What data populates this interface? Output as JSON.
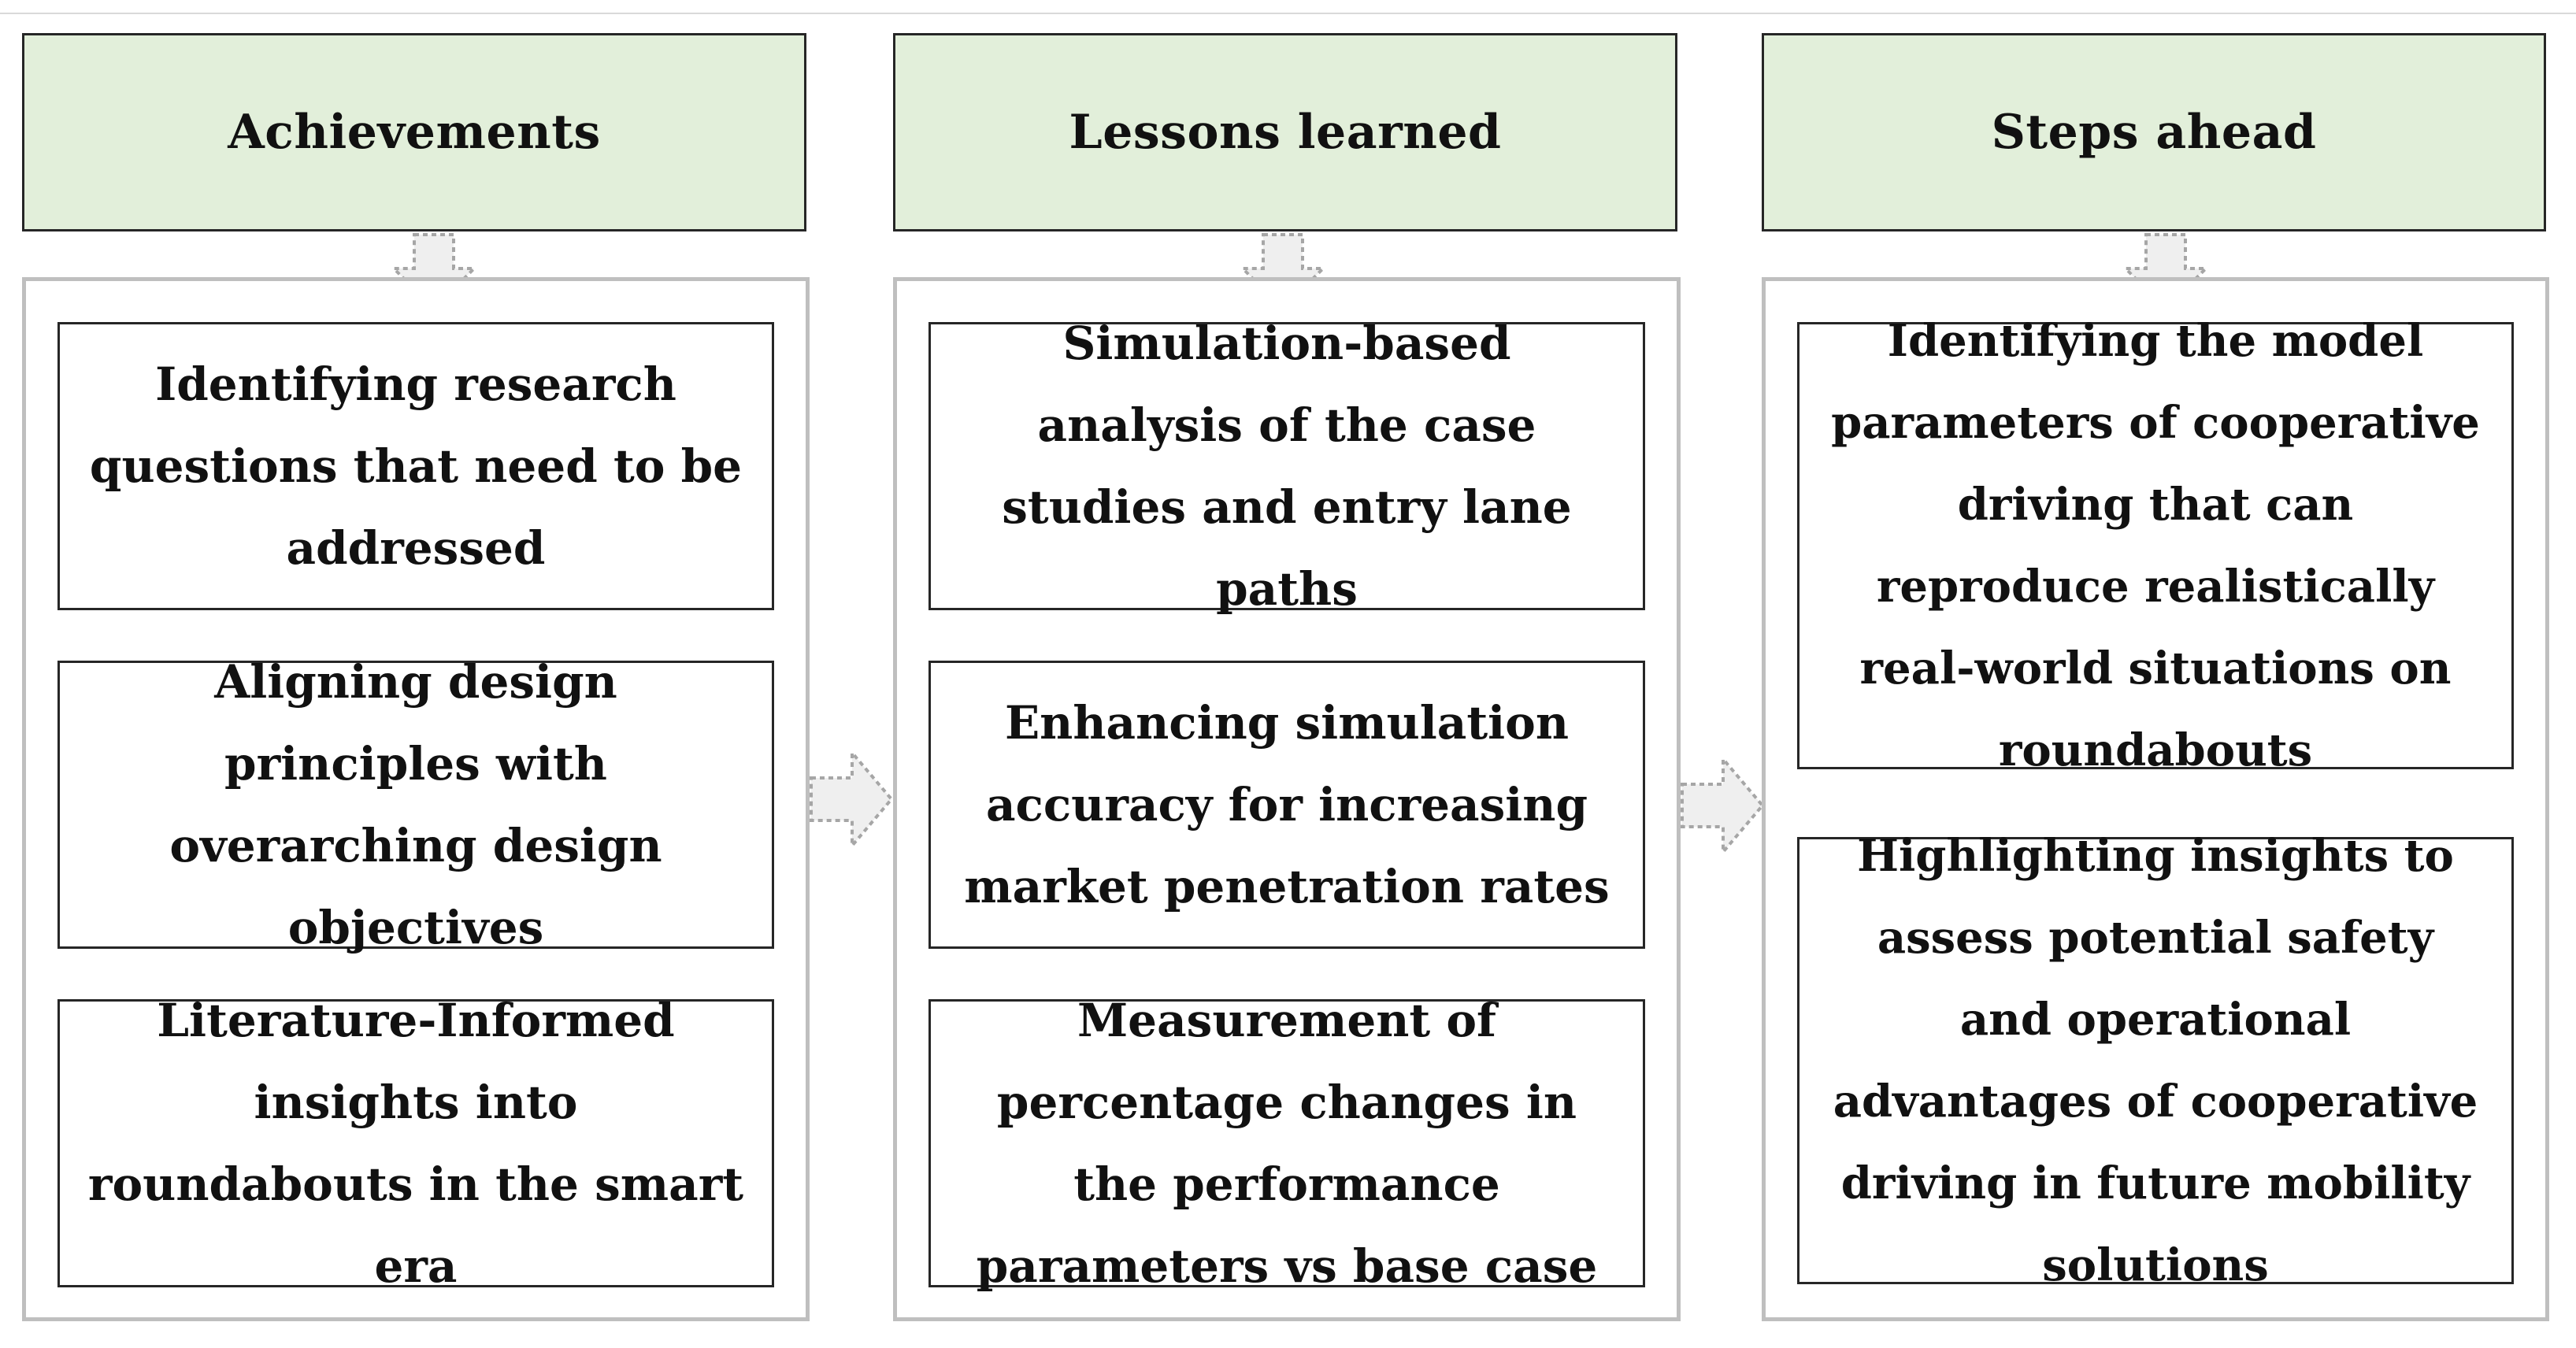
{
  "columns": [
    {
      "header": "Achievements",
      "items": [
        "Identifying research questions that need to be addressed",
        "Aligning design principles with overarching design objectives",
        "Literature-Informed insights into roundabouts in the smart era"
      ]
    },
    {
      "header": "Lessons learned",
      "items": [
        "Simulation-based analysis of the case studies and entry lane paths",
        "Enhancing simulation accuracy for increasing market penetration rates",
        "Measurement of percentage changes in the performance parameters vs base case"
      ]
    },
    {
      "header": "Steps ahead",
      "items": [
        "Identifying the model parameters of cooperative driving that can reproduce realistically real-world situations on roundabouts",
        "Highlighting insights to assess potential safety and operational advantages of cooperative driving in future mobility solutions"
      ]
    }
  ],
  "colors": {
    "header_fill": "#e2efda",
    "box_border": "#262626",
    "panel_border": "#bfbfbf",
    "arrow_fill": "#efefef",
    "arrow_stroke": "#a6a6a6"
  }
}
